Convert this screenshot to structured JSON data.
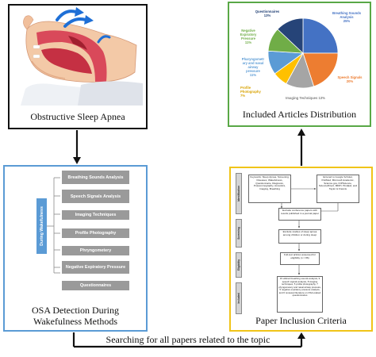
{
  "panels": {
    "osa": {
      "caption": "Obstructive Sleep Apnea",
      "border": "#111111"
    },
    "distribution": {
      "caption": "Included Articles Distribution",
      "border": "#59a846"
    },
    "methods": {
      "caption_line1": "OSA Detection During",
      "caption_line2": "Wakefulness Methods",
      "border": "#5b9bd5"
    },
    "criteria": {
      "caption": "Paper Inclusion Criteria",
      "border": "#f0c419"
    }
  },
  "flow_label": "Searching for all papers related to the topic",
  "chart_data": {
    "type": "pie",
    "slices": [
      {
        "label": "Breathing Sounds Analysis",
        "label_lines": [
          "Breathing Sounds",
          "Analysis"
        ],
        "value": 25,
        "pct": "25%",
        "color": "#4472c4"
      },
      {
        "label": "Speech Signals",
        "label_lines": [
          "Speech Signals"
        ],
        "value": 20,
        "pct": "20%",
        "color": "#ed7d31"
      },
      {
        "label": "Imaging Techniques",
        "label_lines": [
          "Imaging Techniques 13%"
        ],
        "value": 13,
        "pct": "",
        "color": "#a5a5a5"
      },
      {
        "label": "Profile Photography",
        "label_lines": [
          "Profile",
          "Photography"
        ],
        "value": 7,
        "pct": "7%",
        "color": "#ffc000"
      },
      {
        "label": "Pharyngometry and nasal airway pressure",
        "label_lines": [
          "Pharyngometr",
          "ary and nasal",
          "airway",
          "pressure"
        ],
        "value": 11,
        "pct": "11%",
        "color": "#5b9bd5"
      },
      {
        "label": "Negative Expiratory Pressure",
        "label_lines": [
          "Negative",
          "Expiratory",
          "Pressure"
        ],
        "value": 11,
        "pct": "11%",
        "color": "#70ad47"
      },
      {
        "label": "Questionnaires",
        "label_lines": [
          "Questionnaires"
        ],
        "value": 13,
        "pct": "13%",
        "color": "#264478"
      }
    ]
  },
  "methods": {
    "side_label": "During Wakefulness",
    "items": [
      "Breathing Sounds Analysis",
      "Speech Signals Analysis",
      "Imaging Techniques",
      "Profile Photography",
      "Phryngometery",
      "Negative Expiratory Pressure",
      "Questionnaires"
    ]
  },
  "criteria": {
    "stages": [
      "Identification",
      "Screening",
      "Eligibility",
      "Included"
    ],
    "keywords": "Keywords: Sleep Apnea, Screening, Diseases, Wakefulness, Questionnaire, Diagnosis, Polysomnography, Acoustics, Imaging, Breathing",
    "databases": "Entered to Google Scholar, PubMed, Microsoft Academic, Science.gov, IOPScience, ScienceDirect, MDPI, Hindawi, and Taylor & Francis",
    "exclude_conference": "Exclude conference papers with results published in a journal paper",
    "exclude_studies": "Exclude studies of sleep apnea among children or during sleep",
    "fulltext": "Full-text articles assessed for eligibility (n = 86)",
    "included": "15 utilized breathing sounds analysis, 9 speech signals analysis, 8 imaging techniques, 5 profile photography, 7 phyngometery and nasal airway pressure, 5 negative expiratory pressure analysis, and 6 reviewed literature on OSA-related questionnaires"
  }
}
